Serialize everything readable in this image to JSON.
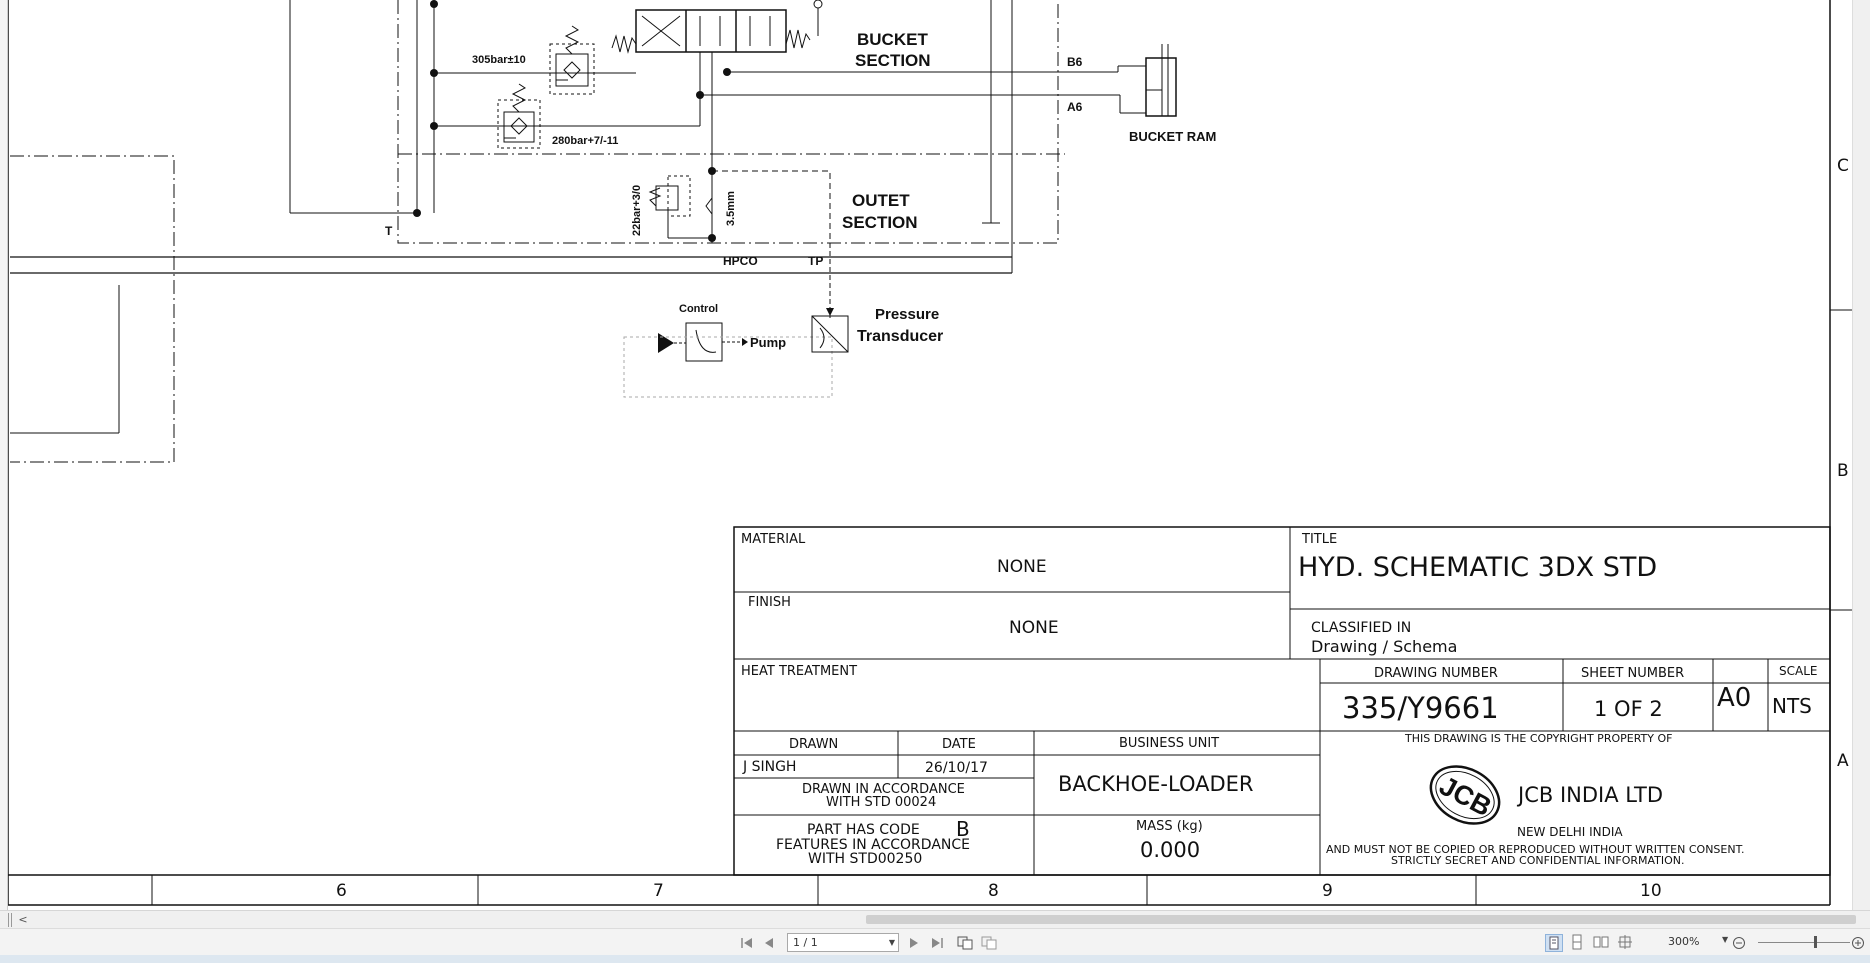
{
  "schematic": {
    "bucket_section_line1": "BUCKET",
    "bucket_section_line2": "SECTION",
    "outlet_section_line1": "OUTET",
    "outlet_section_line2": "SECTION",
    "relief_1": "305bar±10",
    "relief_2": "280bar+7/-11",
    "relief_3": "22bar+3/0",
    "orifice": "3.5mm",
    "port_b6": "B6",
    "port_a6": "A6",
    "port_t": "T",
    "port_hpco": "HPCO",
    "port_tp": "TP",
    "bucket_ram": "BUCKET   RAM",
    "control": "Control",
    "pump": "Pump",
    "pressure_line1": "Pressure",
    "pressure_line2": "Transducer"
  },
  "title_block": {
    "material_label": "MATERIAL",
    "material_value": "NONE",
    "finish_label": "FINISH",
    "finish_value": "NONE",
    "heat_treatment_label": "HEAT TREATMENT",
    "title_label": "TITLE",
    "title_value": "HYD. SCHEMATIC 3DX STD",
    "classified_label": "CLASSIFIED IN",
    "classified_value": "Drawing / Schema",
    "drawing_number_label": "DRAWING NUMBER",
    "drawing_number_value": "335/Y9661",
    "sheet_number_label": "SHEET NUMBER",
    "sheet_number_value": "1 OF 2",
    "size_value": "A0",
    "scale_label": "SCALE",
    "scale_value": "NTS",
    "drawn_label": "DRAWN",
    "drawn_value": "J SINGH",
    "date_label": "DATE",
    "date_value": "26/10/17",
    "business_unit_label": "BUSINESS UNIT",
    "business_unit_value": "BACKHOE-LOADER",
    "accordance_line1": "DRAWN IN ACCORDANCE",
    "accordance_line2": "WITH STD 00024",
    "part_code_line1": "PART HAS CODE",
    "part_code_letter": "B",
    "part_code_line2": "FEATURES IN ACCORDANCE",
    "part_code_line3": "WITH STD00250",
    "mass_label": "MASS (kg)",
    "mass_value": "0.000",
    "copyright_line": "THIS DRAWING IS THE COPYRIGHT PROPERTY OF",
    "logo_text": "JCB",
    "company": "JCB INDIA LTD",
    "location": "NEW DELHI   INDIA",
    "notice_line1": "AND MUST NOT BE COPIED OR REPRODUCED WITHOUT WRITTEN CONSENT.",
    "notice_line2": "STRICTLY SECRET AND CONFIDENTIAL INFORMATION."
  },
  "grid": {
    "columns": [
      "6",
      "7",
      "8",
      "9",
      "10"
    ],
    "rows": [
      "C",
      "B",
      "A"
    ]
  },
  "viewer": {
    "page_indicator": "1 / 1",
    "zoom": "300%"
  }
}
